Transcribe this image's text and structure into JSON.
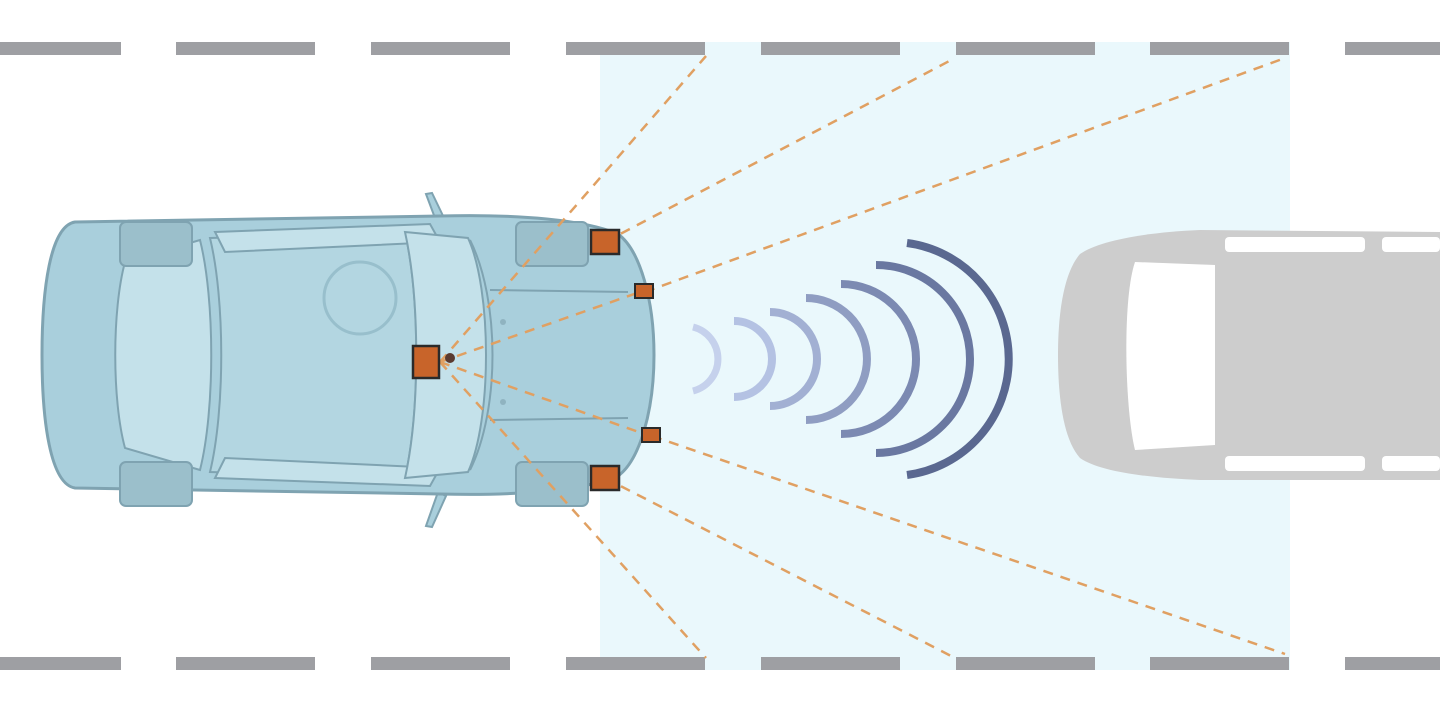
{
  "scene": {
    "type": "vehicle-sensor-coverage-illustration",
    "colors": {
      "background": "#ffffff",
      "lane_marking": "#9e9fa3",
      "detection_zone": "#eaf8fc",
      "ego_body": "#a9cfdc",
      "ego_outline": "#7fa3b1",
      "ego_glass": "#c4e1ea",
      "sensor": "#c8642a",
      "sensor_frame": "#2a2a2a",
      "beam": "#e0a062",
      "wave_light": "#c5d1ec",
      "wave_dark": "#5a6890",
      "target_vehicle": "#cdcdcd",
      "target_glass": "#ffffff"
    },
    "icons": {
      "ego_vehicle": "sedan-top-view-icon",
      "sensor": "radar-sensor-icon",
      "signal": "radar-wave-icon",
      "target_vehicle": "car-ahead-icon"
    },
    "sensor_count": 5,
    "wave_arc_count": 7
  }
}
